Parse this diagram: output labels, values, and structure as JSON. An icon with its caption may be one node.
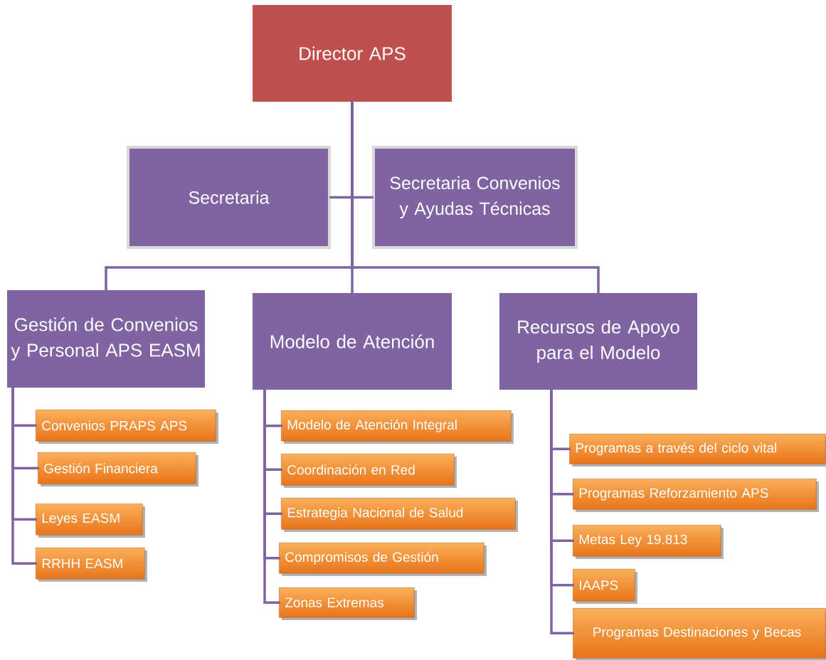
{
  "diagram": {
    "nodes": [
      {
        "text": [
          "Director APS"
        ]
      },
      {
        "text": [
          "Secretaria"
        ]
      },
      {
        "text": [
          "Secretaria Convenios y Ayudas Técnicas"
        ]
      },
      {
        "text": [
          "Gestión de Convenios y Personal APS EASM"
        ]
      },
      {
        "text": [
          "Modelo de Atención"
        ]
      },
      {
        "text": [
          "Recursos de Apoyo para el Modelo"
        ]
      },
      {
        "text": [
          "Convenios PRAPS APS"
        ]
      },
      {
        "text": [
          "Gestión Financiera"
        ]
      },
      {
        "text": [
          "Leyes EASM"
        ]
      },
      {
        "text": [
          "RRHH EASM"
        ]
      },
      {
        "text": [
          "Modelo de Atención Integral"
        ]
      },
      {
        "text": [
          "Coordinación en Red"
        ]
      },
      {
        "text": [
          "Estrategia Nacional de Salud"
        ]
      },
      {
        "text": [
          "Compromisos de Gestión"
        ]
      },
      {
        "text": [
          "Zonas Extremas"
        ]
      },
      {
        "text": [
          "Programas a través del ciclo vital"
        ]
      },
      {
        "text": [
          "Programas Reforzamiento APS"
        ]
      },
      {
        "text": [
          "Metas Ley 19.813"
        ]
      },
      {
        "text": [
          "IAAPS"
        ]
      },
      {
        "text": [
          "Programas Destinaciones y Becas"
        ]
      }
    ],
    "edges": [
      {
        "from": 0,
        "to": 1,
        "arrow": "none"
      },
      {
        "from": 0,
        "to": 2,
        "arrow": "none"
      },
      {
        "from": 0,
        "to": 3,
        "arrow": "none"
      },
      {
        "from": 0,
        "to": 4,
        "arrow": "none"
      },
      {
        "from": 0,
        "to": 5,
        "arrow": "none"
      },
      {
        "from": 3,
        "to": 6,
        "arrow": "none"
      },
      {
        "from": 3,
        "to": 7,
        "arrow": "none"
      },
      {
        "from": 3,
        "to": 8,
        "arrow": "none"
      },
      {
        "from": 3,
        "to": 9,
        "arrow": "none"
      },
      {
        "from": 4,
        "to": 10,
        "arrow": "none"
      },
      {
        "from": 4,
        "to": 11,
        "arrow": "none"
      },
      {
        "from": 4,
        "to": 12,
        "arrow": "none"
      },
      {
        "from": 4,
        "to": 13,
        "arrow": "none"
      },
      {
        "from": 4,
        "to": 14,
        "arrow": "none"
      },
      {
        "from": 5,
        "to": 15,
        "arrow": "none"
      },
      {
        "from": 5,
        "to": 16,
        "arrow": "none"
      },
      {
        "from": 5,
        "to": 17,
        "arrow": "none"
      },
      {
        "from": 5,
        "to": 18,
        "arrow": "none"
      },
      {
        "from": 5,
        "to": 19,
        "arrow": "none"
      }
    ]
  }
}
